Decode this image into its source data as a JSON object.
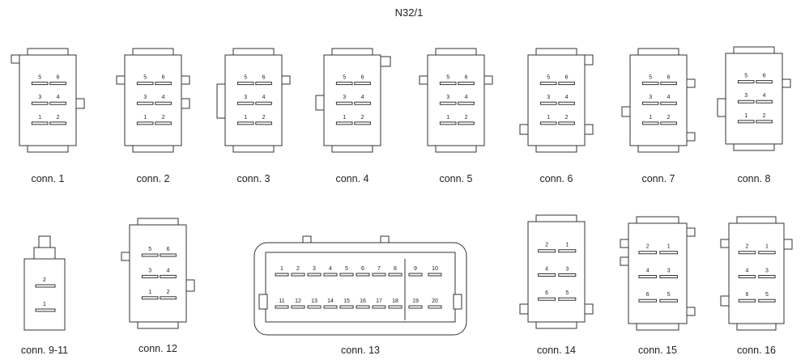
{
  "title": "N32/1",
  "colors": {
    "stroke": "#333333",
    "text": "#222222",
    "background": "#ffffff"
  },
  "connectors": [
    {
      "id": "c1",
      "label": "conn. 1",
      "pins": [
        "5",
        "6",
        "3",
        "4",
        "1",
        "2"
      ]
    },
    {
      "id": "c2",
      "label": "conn. 2",
      "pins": [
        "5",
        "6",
        "3",
        "4",
        "1",
        "2"
      ]
    },
    {
      "id": "c3",
      "label": "conn. 3",
      "pins": [
        "5",
        "6",
        "3",
        "4",
        "1",
        "2"
      ]
    },
    {
      "id": "c4",
      "label": "conn. 4",
      "pins": [
        "5",
        "6",
        "3",
        "4",
        "1",
        "2"
      ]
    },
    {
      "id": "c5",
      "label": "conn. 5",
      "pins": [
        "5",
        "6",
        "3",
        "4",
        "1",
        "2"
      ]
    },
    {
      "id": "c6",
      "label": "conn. 6",
      "pins": [
        "5",
        "6",
        "3",
        "4",
        "1",
        "2"
      ]
    },
    {
      "id": "c7",
      "label": "conn. 7",
      "pins": [
        "5",
        "6",
        "3",
        "4",
        "1",
        "2"
      ]
    },
    {
      "id": "c8",
      "label": "conn. 8",
      "pins": [
        "5",
        "6",
        "3",
        "4",
        "1",
        "2"
      ]
    },
    {
      "id": "c9",
      "label": "conn. 9-11",
      "pins": [
        "2",
        "1"
      ]
    },
    {
      "id": "c12",
      "label": "conn. 12",
      "pins": [
        "5",
        "6",
        "3",
        "4",
        "1",
        "2"
      ]
    },
    {
      "id": "c13",
      "label": "conn. 13",
      "pins": [
        "1",
        "2",
        "3",
        "4",
        "5",
        "6",
        "7",
        "8",
        "9",
        "10",
        "11",
        "12",
        "13",
        "14",
        "15",
        "16",
        "17",
        "18",
        "19",
        "20"
      ]
    },
    {
      "id": "c14",
      "label": "conn. 14",
      "pins": [
        "2",
        "1",
        "4",
        "3",
        "6",
        "5"
      ]
    },
    {
      "id": "c15",
      "label": "conn. 15",
      "pins": [
        "2",
        "1",
        "4",
        "3",
        "6",
        "5"
      ]
    },
    {
      "id": "c16",
      "label": "conn. 16",
      "pins": [
        "2",
        "1",
        "4",
        "3",
        "6",
        "5"
      ]
    }
  ]
}
